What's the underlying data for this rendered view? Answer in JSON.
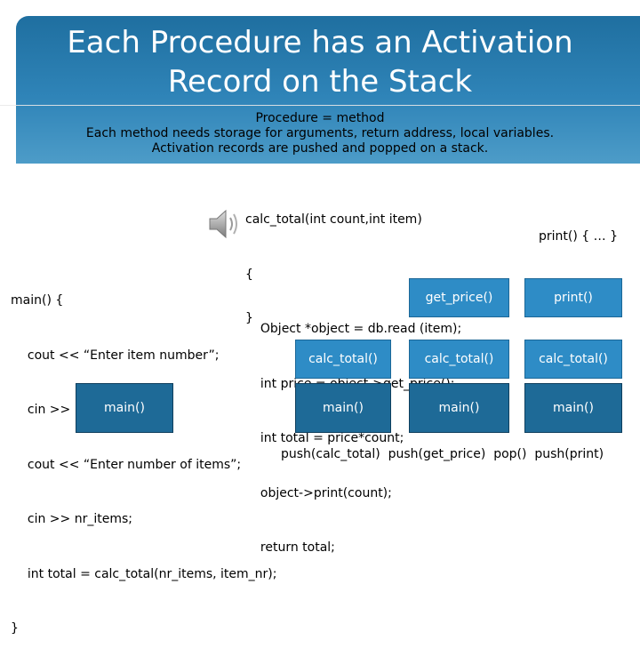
{
  "title": "Each Procedure has an Activation Record on the Stack",
  "subtitle": [
    "Procedure = method",
    "Each method needs storage for arguments, return address, local variables.",
    "Activation records are pushed and popped on a stack."
  ],
  "calc_code": [
    "calc_total(int count,int item)",
    "{",
    "  Object *object = db.read (item);",
    "  int price = object->get_price();",
    "  int total = price*count;",
    "  object->print(count);",
    "  return total;",
    "}"
  ],
  "main_code": [
    "main() {",
    "  cout << “Enter item number”;",
    "  cin >> item_nr;",
    "  cout << “Enter number of items”;",
    "  cin >> nr_items;",
    "  int total = calc_total(nr_items, item_nr);",
    "}"
  ],
  "print_label": "print() { … }",
  "stacks": [
    {
      "top": "",
      "mid": "",
      "bottom": "main()"
    },
    {
      "top": "",
      "mid": "calc_total()",
      "bottom": "main()"
    },
    {
      "top": "get_price()",
      "mid": "calc_total()",
      "bottom": "main()"
    },
    {
      "top": "print()",
      "mid": "calc_total()",
      "bottom": "main()"
    }
  ],
  "ops": "push(calc_total)  push(get_price)  pop()  push(print)",
  "colors": {
    "band": "#2f84b8",
    "box_dark": "#1e6a97",
    "box_light": "#2e8cc6"
  },
  "icons": {
    "speaker": "speaker-icon"
  }
}
